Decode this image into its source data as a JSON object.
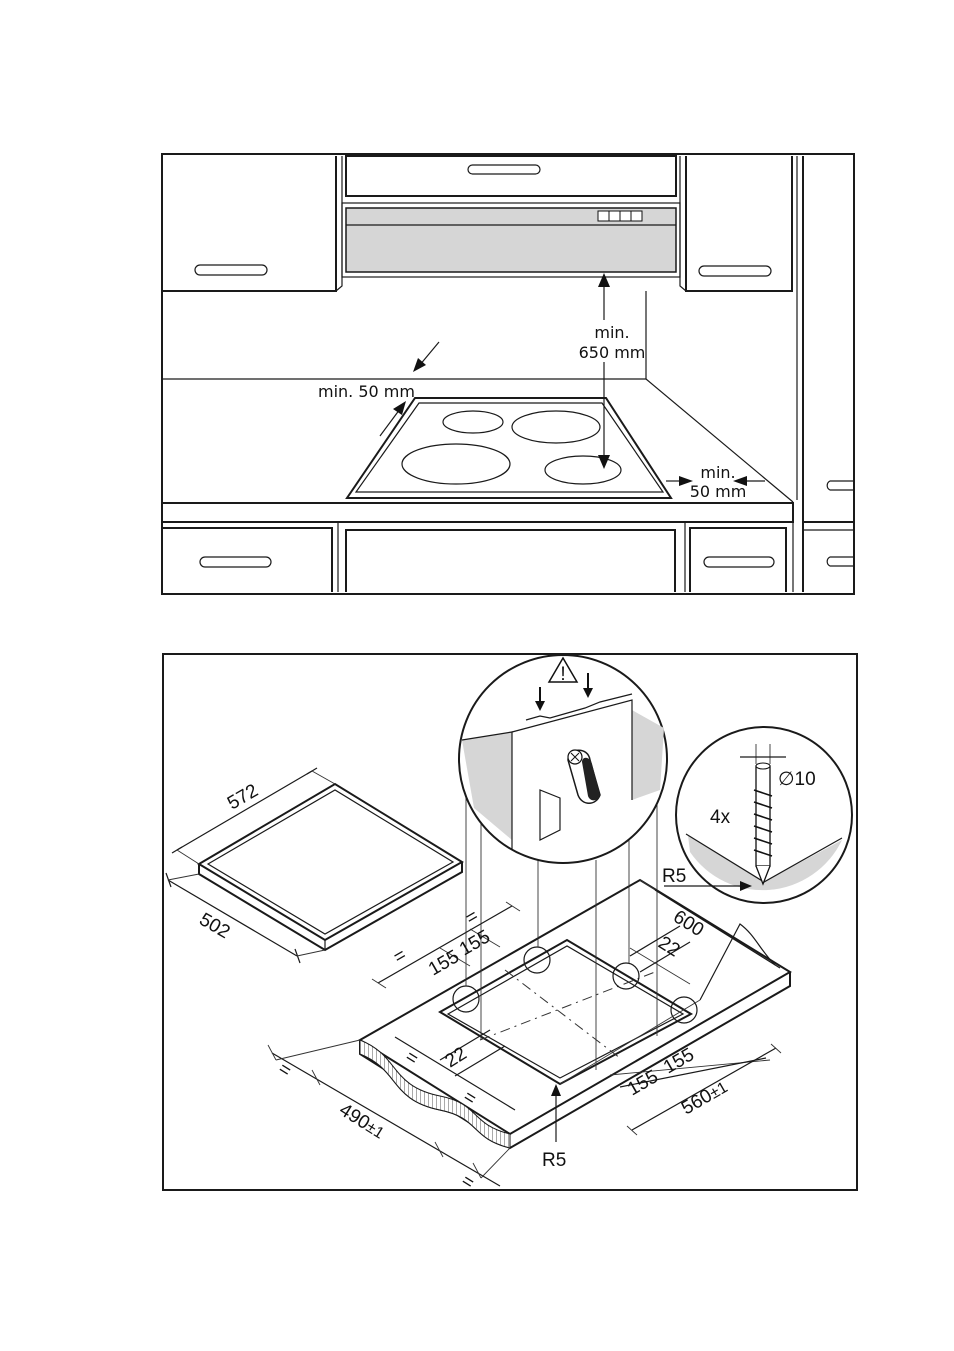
{
  "figure1": {
    "labels": {
      "hood_clearance_line1": "min.",
      "hood_clearance_line2": "650 mm",
      "rear_clearance": "min. 50 mm",
      "side_clearance_line1": "min.",
      "side_clearance_line2": "50 mm"
    }
  },
  "figure2": {
    "labels": {
      "hob_depth": "572",
      "hob_width": "502",
      "warning_symbol": "!",
      "screw_diameter": "∅10",
      "screw_count": "4x",
      "corner_radius_top": "R5",
      "corner_radius_bottom": "R5",
      "worktop_depth": "600",
      "inset_right": "22",
      "inset_left": "22",
      "clip_spacing_top_a": "155",
      "clip_spacing_top_b": "155",
      "clip_spacing_bottom_a": "155",
      "clip_spacing_bottom_b": "155",
      "cutout_width": "560",
      "cutout_width_tolerance": "±1",
      "cutout_depth": "490",
      "cutout_depth_tolerance": "±1",
      "equal_1": "=",
      "equal_2": "=",
      "equal_3": "=",
      "equal_4": "=",
      "equal_5": "=",
      "equal_6": "="
    }
  }
}
